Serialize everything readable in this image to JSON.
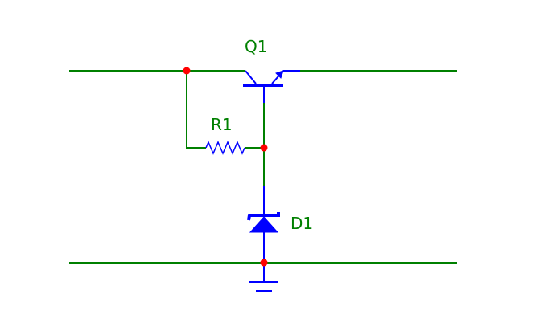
{
  "diagram": {
    "title": "",
    "components": {
      "transistor": {
        "designator": "Q1",
        "type": "PNP transistor"
      },
      "resistor": {
        "designator": "R1",
        "type": "resistor"
      },
      "diode": {
        "designator": "D1",
        "type": "zener diode"
      },
      "ground": {
        "type": "ground"
      }
    },
    "colors": {
      "wire": "#008000",
      "component": "#0000ff",
      "label": "#008000",
      "junction": "#ff0000",
      "background": "#ffffff"
    }
  }
}
